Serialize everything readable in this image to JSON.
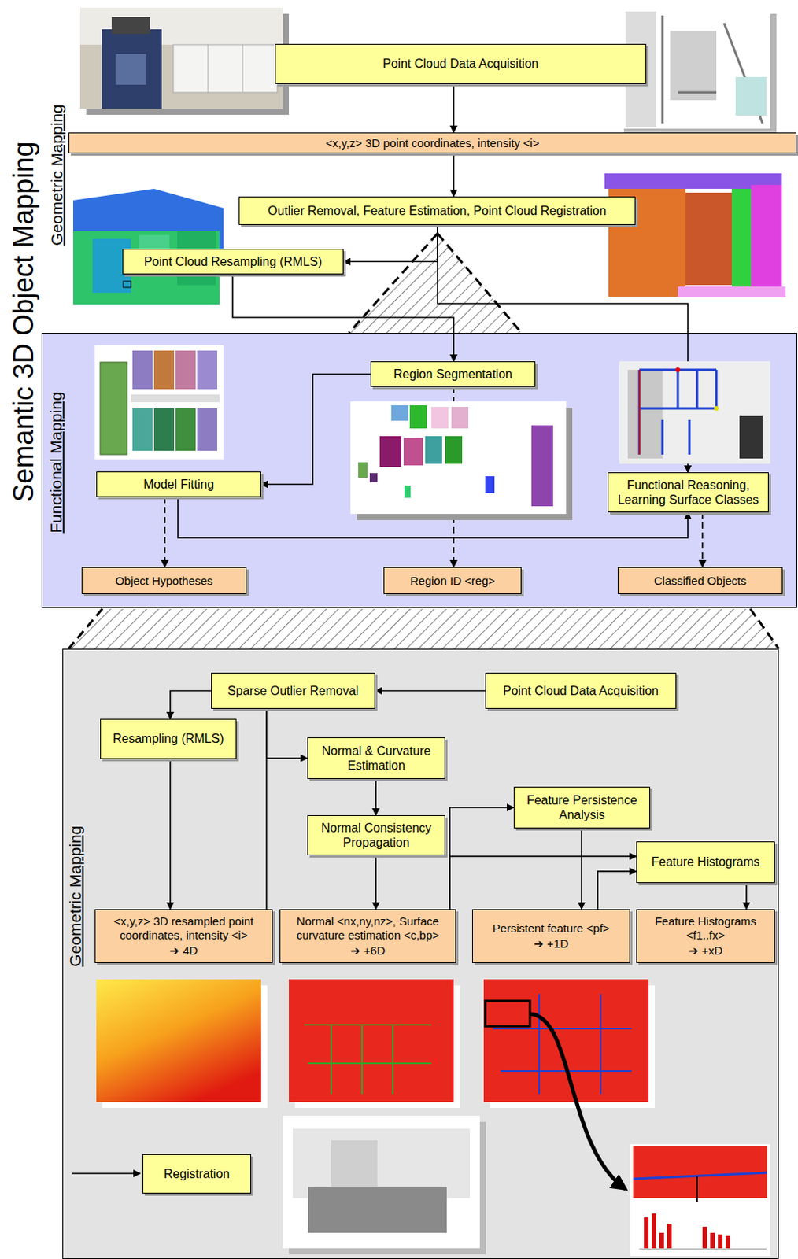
{
  "diagram": {
    "title": "Semantic 3D Object Mapping",
    "nodes": [
      {
        "text": [
          "Point Cloud Data Acquisition"
        ]
      },
      {
        "text": [
          "<x,y,z> 3D point coordinates, intensity <i>"
        ]
      },
      {
        "text": [
          "Outlier Removal, Feature Estimation, Point Cloud Registration"
        ]
      },
      {
        "text": [
          "Point Cloud Resampling (RMLS)"
        ]
      },
      {
        "text": [
          "Functional Mapping"
        ]
      },
      {
        "text": [
          "Region Segmentation"
        ],
        "in": 4
      },
      {
        "text": [
          "Model Fitting"
        ],
        "in": 4
      },
      {
        "text": [
          "Functional Reasoning, Learning Surface Classes"
        ],
        "in": 4
      },
      {
        "text": [
          "Object Hypotheses"
        ],
        "in": 4
      },
      {
        "text": [
          "Region ID <reg>"
        ],
        "in": 4
      },
      {
        "text": [
          "Classified Objects"
        ],
        "in": 4
      },
      {
        "text": [
          "Geometric Mapping"
        ]
      },
      {
        "text": [
          "Sparse Outlier Removal"
        ],
        "in": 11
      },
      {
        "text": [
          "Point Cloud Data Acquisition"
        ],
        "in": 11
      },
      {
        "text": [
          "Resampling (RMLS)"
        ],
        "in": 11
      },
      {
        "text": [
          "Normal & Curvature Estimation"
        ],
        "in": 11
      },
      {
        "text": [
          "Feature Persistence Analysis"
        ],
        "in": 11
      },
      {
        "text": [
          "Normal Consistency Propagation"
        ],
        "in": 11
      },
      {
        "text": [
          "Feature Histograms"
        ],
        "in": 11
      },
      {
        "text": [
          "<x,y,z> 3D resampled point coordinates, intensity <i>",
          "➔ 4D"
        ],
        "in": 11
      },
      {
        "text": [
          "Normal <nx,ny,nz>, Surface curvature estimation <c,bp>",
          "➔ +6D"
        ],
        "in": 11
      },
      {
        "text": [
          "Persistent feature <pf>",
          "➔ +1D"
        ],
        "in": 11
      },
      {
        "text": [
          "Feature Histograms <f1..fx>",
          "➔ +xD"
        ],
        "in": 11
      },
      {
        "text": [
          "Registration"
        ],
        "in": 11
      }
    ],
    "edges": [
      {
        "from": 0,
        "to": 1,
        "arrow": "to"
      },
      {
        "from": 1,
        "to": 2,
        "arrow": "to"
      },
      {
        "from": 2,
        "to": 3,
        "arrow": "to"
      },
      {
        "from": 2,
        "to": 7,
        "arrow": "to"
      },
      {
        "from": 3,
        "to": 5,
        "arrow": "to"
      },
      {
        "from": 5,
        "to": 6,
        "arrow": "to"
      },
      {
        "from": 6,
        "to": 7,
        "arrow": "to"
      },
      {
        "from": 6,
        "to": 8,
        "arrow": "to"
      },
      {
        "from": 5,
        "to": 9,
        "arrow": "to"
      },
      {
        "from": 7,
        "to": 10,
        "arrow": "to"
      },
      {
        "from": 13,
        "to": 12,
        "arrow": "to"
      },
      {
        "from": 12,
        "to": 14,
        "arrow": "to"
      },
      {
        "from": 12,
        "to": 15,
        "arrow": "to"
      },
      {
        "from": 12,
        "to": 19,
        "arrow": "none"
      },
      {
        "from": 14,
        "to": 19,
        "arrow": "to"
      },
      {
        "from": 15,
        "to": 17,
        "arrow": "to"
      },
      {
        "from": 17,
        "to": 20,
        "arrow": "to"
      },
      {
        "from": 20,
        "to": 16,
        "arrow": "to"
      },
      {
        "from": 20,
        "to": 18,
        "arrow": "to"
      },
      {
        "from": 16,
        "to": 21,
        "arrow": "to"
      },
      {
        "from": 21,
        "to": 18,
        "arrow": "to"
      },
      {
        "from": 18,
        "to": 22,
        "arrow": "to"
      }
    ],
    "labels": [
      "Geometric Mapping"
    ]
  }
}
